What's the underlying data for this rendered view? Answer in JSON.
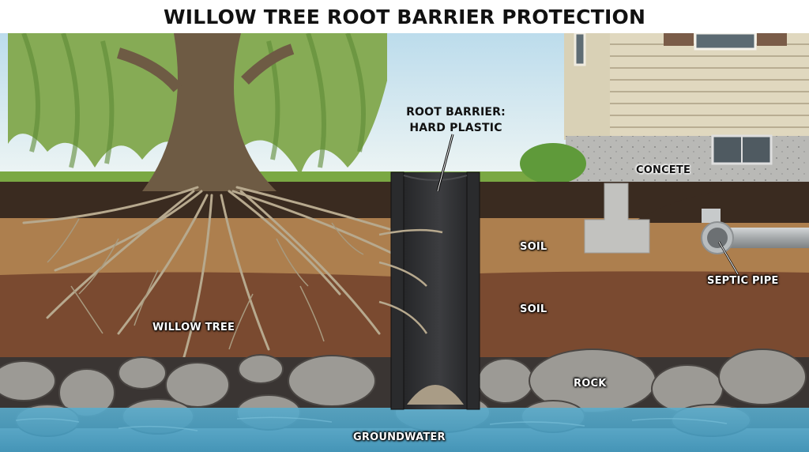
{
  "title": "WILLOW TREE ROOT BARRIER PROTECTION",
  "labels": {
    "root_barrier_line1": "ROOT BARRIER:",
    "root_barrier_line2": "HARD PLASTIC",
    "concrete": "CONCETE",
    "soil_upper": "SOIL",
    "soil_lower": "SOIL",
    "septic_pipe": "SEPTIC PIPE",
    "willow_tree": "WILLOW TREE",
    "rock": "ROCK",
    "groundwater": "GROUNDWATER"
  },
  "colors": {
    "sky": "#dcebf2",
    "foliage": "#7fa74a",
    "trunk": "#6e5b44",
    "grass": "#7aa843",
    "topsoil": "#3a2b20",
    "soil_tan": "#b08150",
    "soil_brown": "#7a4a30",
    "rock": "#9a9a96",
    "groundwater": "#4f9fc0",
    "barrier": "#2b2c2e",
    "siding": "#ddd5bc",
    "concrete": "#b9b9b6",
    "pipe": "#a9adaf"
  }
}
